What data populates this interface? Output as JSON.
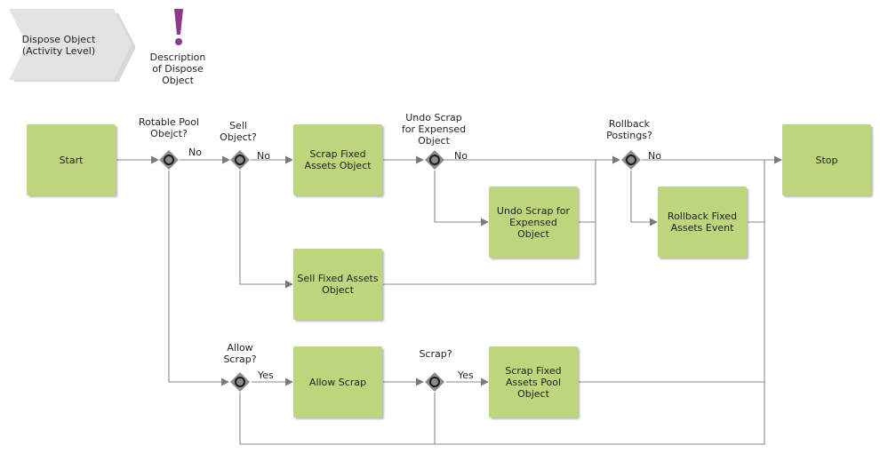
{
  "header": {
    "process_link": "Dispose Object\n(Activity Level)",
    "description": "Description\nof Dispose\nObject"
  },
  "tasks": {
    "start": "Start",
    "scrap_fixed": "Scrap Fixed\nAssets Object",
    "undo_scrap": "Undo Scrap for\nExpensed\nObject",
    "rollback_event": "Rollback Fixed\nAssets Event",
    "stop": "Stop",
    "sell_fixed": "Sell Fixed Assets\nObject",
    "allow_scrap": "Allow Scrap",
    "scrap_pool": "Scrap Fixed\nAssets Pool\nObject"
  },
  "gateways": {
    "rotable_pool": "Rotable Pool\nObejct?",
    "sell_object": "Sell\nObject?",
    "undo_scrap": "Undo Scrap\nfor Expensed\nObject",
    "rollback": "Rollback\nPostings?",
    "allow_scrap": "Allow\nScrap?",
    "scrap": "Scrap?"
  },
  "branch_labels": {
    "no": "No",
    "yes": "Yes"
  },
  "colors": {
    "task_fill": "#bdd67c",
    "gateway_fill": "#8c8c8c",
    "connector": "#8a8a8a",
    "link_fill": "#e3e3e3",
    "description_icon": "#8b3a8b"
  },
  "icons": {
    "description": "exclamation-icon",
    "gateway": "exclusive-gateway-icon"
  }
}
